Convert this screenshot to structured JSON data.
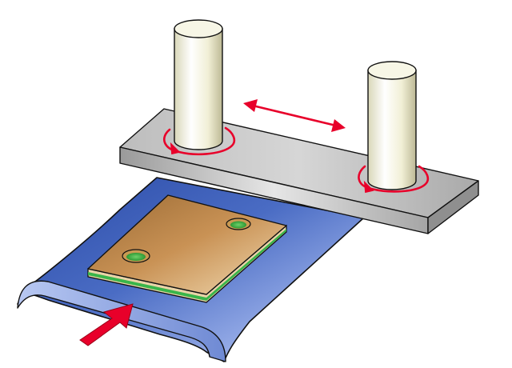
{
  "diagram": {
    "components": [
      {
        "id": "conveyor-belt",
        "color": "#3f63b8"
      },
      {
        "id": "circuit-board",
        "color": "#c08a4a",
        "layer_color": "#39b54a"
      },
      {
        "id": "support-plate",
        "color": "#c9c9c9"
      },
      {
        "id": "rollers",
        "count": 2,
        "color": "#f2f1df"
      }
    ],
    "arrows": [
      {
        "id": "feed-direction-arrow",
        "color": "#e8002a"
      },
      {
        "id": "roller-spacing-arrow",
        "color": "#e8002a",
        "double_headed": true
      },
      {
        "id": "rotation-arrow-left",
        "color": "#e8002a"
      },
      {
        "id": "rotation-arrow-right",
        "color": "#e8002a"
      }
    ]
  }
}
